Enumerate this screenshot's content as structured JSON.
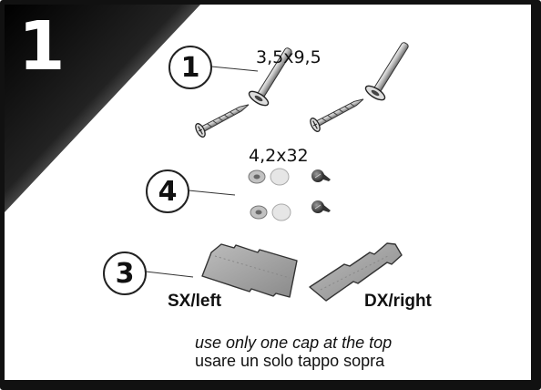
{
  "step": {
    "number": "1"
  },
  "parts": {
    "screws": {
      "callout": "1",
      "size": "3,5x9,5"
    },
    "fittings": {
      "callout": "4",
      "size": "4,2x32"
    },
    "caps": {
      "callout": "3",
      "left_label": "SX/left",
      "right_label": "DX/right"
    }
  },
  "notes": {
    "english": "use only one cap at the top",
    "italian": "usare un solo tappo sopra"
  },
  "icons": [
    "screw-icon",
    "bolt-icon",
    "washer-icon",
    "cap-plug-icon",
    "wall-anchor-icon",
    "end-cap-icon"
  ],
  "colors": {
    "frame": "#111111",
    "corner_dark": "#000000"
  }
}
